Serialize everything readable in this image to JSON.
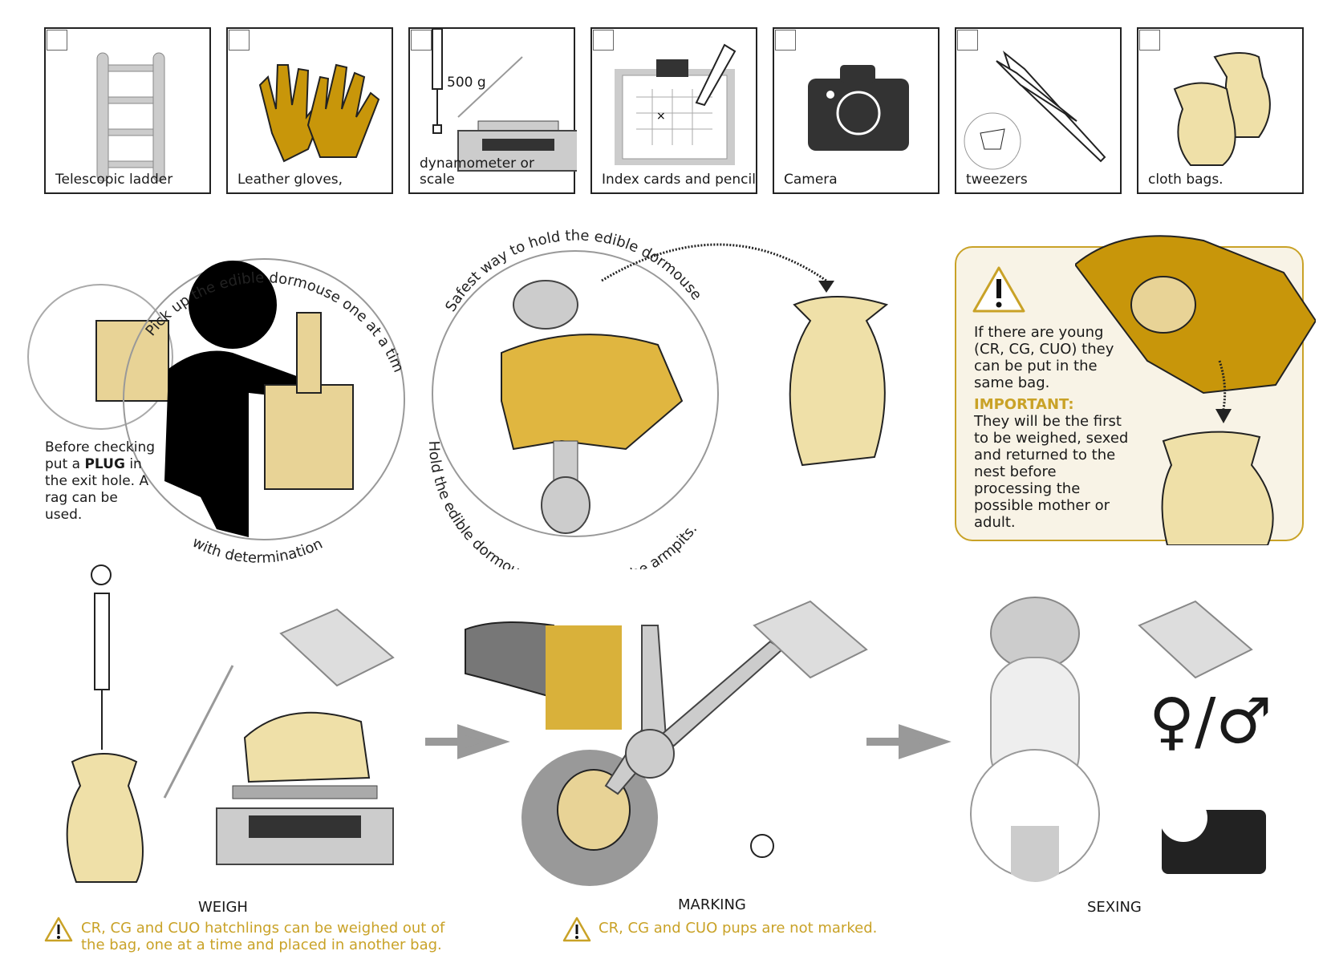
{
  "tools": [
    {
      "label": "Telescopic ladder",
      "icon": "ladder-icon"
    },
    {
      "label": "Leather gloves,",
      "icon": "gloves-icon"
    },
    {
      "label": "dynamometer or scale",
      "icon": "scale-icon",
      "weight_label": "500 g"
    },
    {
      "label": "Index cards and pencil",
      "icon": "index-card-icon"
    },
    {
      "label": "Camera",
      "icon": "camera-icon"
    },
    {
      "label": "tweezers",
      "icon": "tweezers-icon"
    },
    {
      "label": "cloth bags.",
      "icon": "cloth-bag-icon"
    }
  ],
  "capture": {
    "plug_note_pre": "Before checking put a ",
    "plug_word": "PLUG",
    "plug_note_post": " in the exit hole. A rag can be used.",
    "arc_top": "Pick up the edible dormouse one at a time",
    "arc_bottom": "with determination"
  },
  "hold": {
    "arc_top": "Safest way to hold the edible dormouse",
    "arc_bottom": "Hold the edible dormouse firmly under the armpits."
  },
  "young": {
    "text": "If there are young (CR, CG, CUO) they can be put in the same bag.",
    "important_label": "IMPORTANT:",
    "important_text": "They will be the first to be weighed, sexed and returned to the nest before processing the possible mother or adult."
  },
  "steps": {
    "weigh": {
      "label": "WEIGH",
      "warning": "CR, CG and CUO hatchlings can be weighed out of the bag, one at a time and placed in another bag."
    },
    "marking": {
      "label": "MARKING",
      "warning": "CR, CG and CUO pups are not marked."
    },
    "sexing": {
      "label": "SEXING",
      "symbol": "♀/♂"
    }
  },
  "colors": {
    "gold": "#c9a227",
    "glove": "#c8960a",
    "bag": "#efe0a8",
    "grey": "#a0a0a0",
    "box_bg": "#f8f3e6"
  }
}
